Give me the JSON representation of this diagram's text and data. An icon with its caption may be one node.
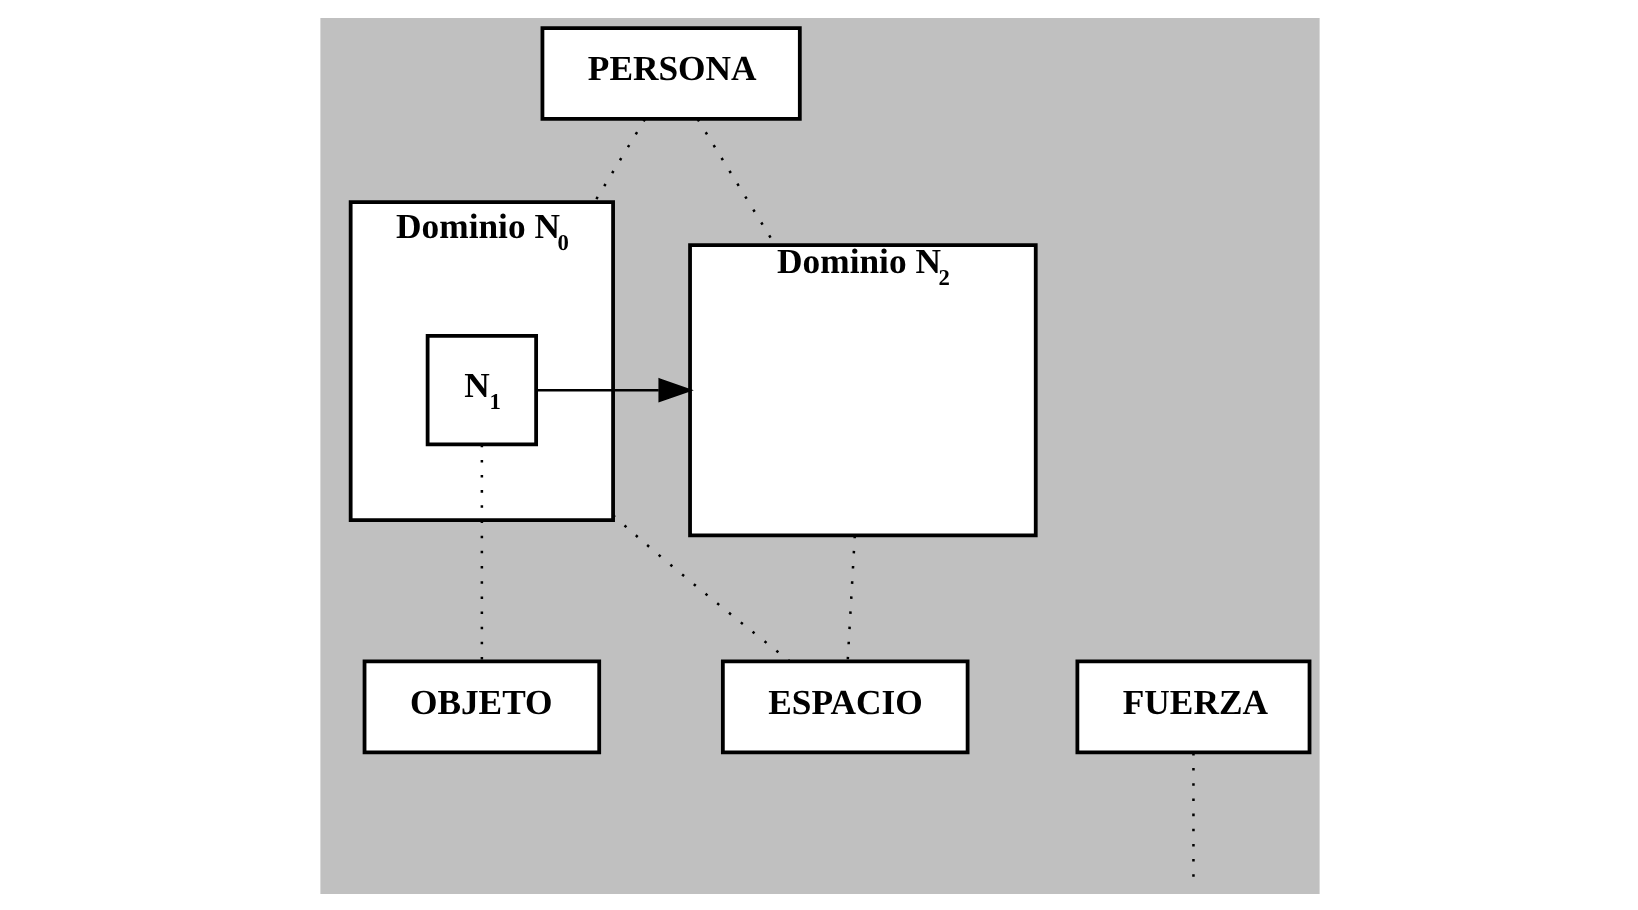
{
  "diagram": {
    "nodes": [
      {
        "text": [
          "PERSONA"
        ]
      },
      {
        "text": [
          "Dominio N$_{0}$"
        ]
      },
      {
        "text": [
          "N$_{1}$"
        ],
        "in": 1
      },
      {
        "text": [
          "Dominio N$_{2}$"
        ]
      },
      {
        "text": [
          "OBJETO"
        ]
      },
      {
        "text": [
          "ESPACIO"
        ]
      },
      {
        "text": [
          "FUERZA"
        ]
      }
    ],
    "edges": [
      {
        "from": 0,
        "to": 1,
        "arrow": "none",
        "style": "dashed"
      },
      {
        "from": 0,
        "to": 3,
        "arrow": "none",
        "style": "dashed"
      },
      {
        "from": 2,
        "to": 3,
        "arrow": "to"
      },
      {
        "from": 2,
        "to": 4,
        "arrow": "none",
        "style": "dashed"
      },
      {
        "from": 1,
        "to": 5,
        "arrow": "none",
        "style": "dashed"
      },
      {
        "from": 3,
        "to": 5,
        "arrow": "none",
        "style": "dashed"
      },
      {
        "from": 6,
        "to": null,
        "arrow": "none",
        "style": "dashed"
      }
    ]
  }
}
